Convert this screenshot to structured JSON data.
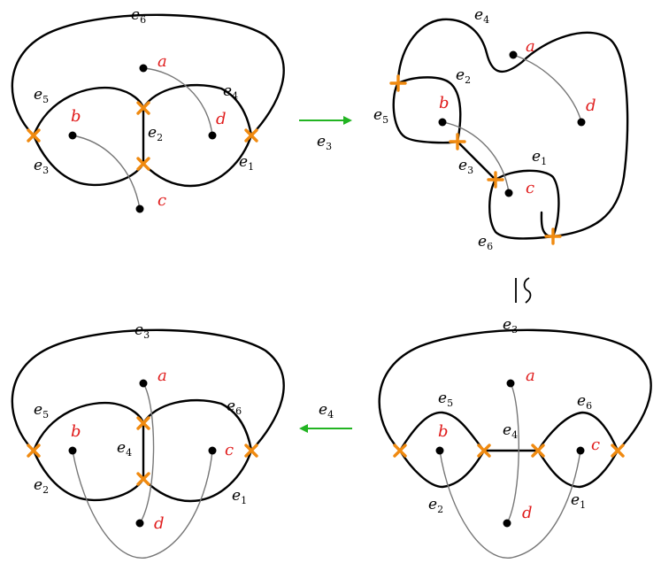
{
  "panels": {
    "top_left": {
      "points": {
        "a": "a",
        "b": "b",
        "c": "c",
        "d": "d"
      },
      "edges": {
        "e1": "1",
        "e2": "2",
        "e3": "3",
        "e4": "4",
        "e5": "5",
        "e6": "6"
      }
    },
    "top_right": {
      "points": {
        "a": "a",
        "b": "b",
        "c": "c",
        "d": "d"
      },
      "edges": {
        "e1": "1",
        "e2": "2",
        "e3": "3",
        "e4": "4",
        "e5": "5",
        "e6": "6"
      }
    },
    "bottom_left": {
      "points": {
        "a": "a",
        "b": "b",
        "c": "c",
        "d": "d"
      },
      "edges": {
        "e1": "1",
        "e2": "2",
        "e3": "3",
        "e4": "4",
        "e5": "5",
        "e6": "6"
      }
    },
    "bottom_right": {
      "points": {
        "a": "a",
        "b": "b",
        "c": "c",
        "d": "d"
      },
      "edges": {
        "e1": "1",
        "e2": "2",
        "e3": "3",
        "e4": "4",
        "e5": "5",
        "e6": "6"
      }
    }
  },
  "arrows": {
    "top": {
      "label_sub": "3"
    },
    "bottom": {
      "label_sub": "4"
    }
  },
  "edge_letter": "e",
  "iso_symbol": "≀",
  "colors": {
    "marker": "#f08a10",
    "point_label": "#e01b1b",
    "arrow": "#22b422",
    "link": "#777777"
  }
}
